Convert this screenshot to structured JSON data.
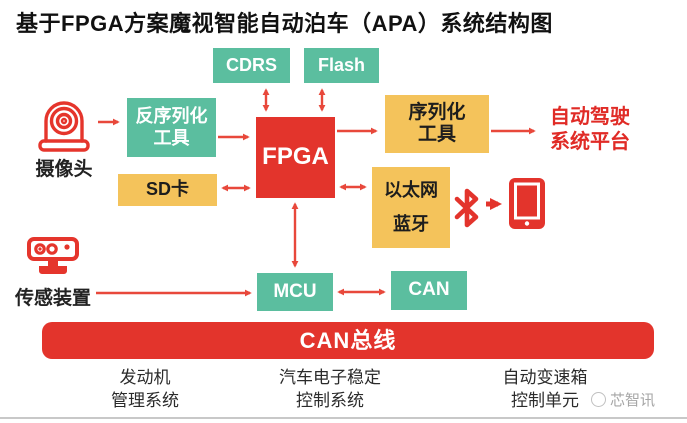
{
  "title": "基于FPGA方案魔视智能自动泊车（APA）系统结构图",
  "colors": {
    "box_green": "#5BBE9F",
    "box_yellow": "#F4C35B",
    "box_red": "#E3342C",
    "arrow_red": "#E8483B",
    "platform_text_red": "#E02B26"
  },
  "boxes": {
    "cdrs": {
      "label": "CDRS"
    },
    "flash": {
      "label": "Flash"
    },
    "deserializer": {
      "line1": "反序列化",
      "line2": "工具"
    },
    "sd_card": {
      "label": "SD卡"
    },
    "fpga": {
      "label": "FPGA"
    },
    "serializer": {
      "line1": "序列化",
      "line2": "工具"
    },
    "ethernet_bluetooth": {
      "line1": "以太网",
      "line2": "蓝牙"
    },
    "mcu": {
      "label": "MCU"
    },
    "can": {
      "label": "CAN"
    },
    "can_bus": {
      "label": "CAN总线"
    }
  },
  "labels": {
    "camera": "摄像头",
    "sensor": "传感装置",
    "platform": {
      "line1": "自动驾驶",
      "line2": "系统平台"
    }
  },
  "bottom_systems": [
    {
      "line1": "发动机",
      "line2": "管理系统"
    },
    {
      "line1": "汽车电子稳定",
      "line2": "控制系统"
    },
    {
      "line1": "自动变速箱",
      "line2": "控制单元"
    }
  ],
  "watermark": "芯智讯"
}
